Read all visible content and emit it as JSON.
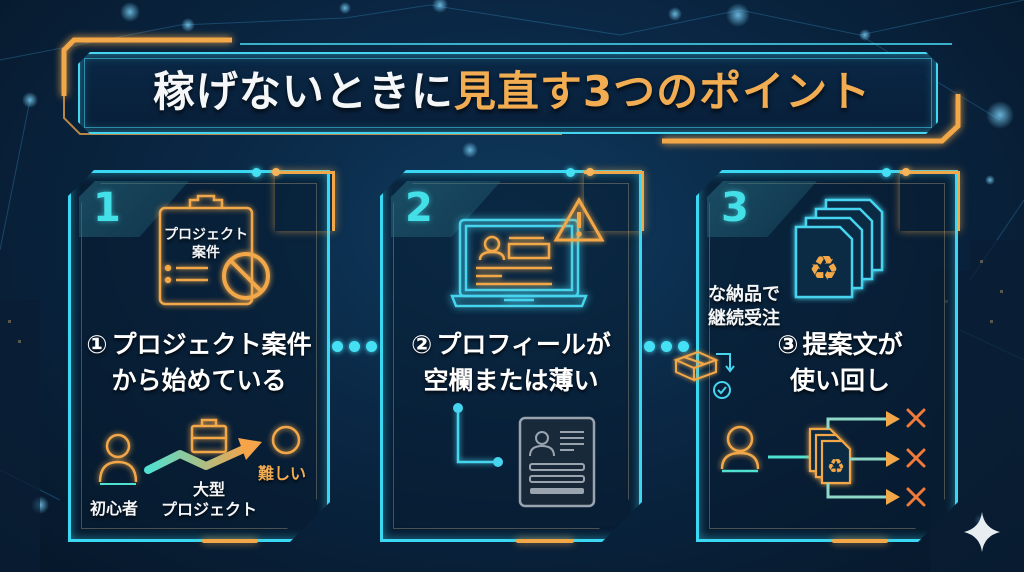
{
  "title": {
    "part1": "稼げないときに",
    "part2": "見直す3つのポイント"
  },
  "cards": [
    {
      "number": "1",
      "circled": "①",
      "heading_line1": "プロジェクト案件",
      "heading_line2": "から始めている",
      "icon_label_line1": "プロジェクト",
      "icon_label_line2": "案件",
      "diagram": {
        "start_label": "初心者",
        "middle_label_line1": "大型",
        "middle_label_line2": "プロジェクト",
        "end_label": "難しい"
      }
    },
    {
      "number": "2",
      "circled": "②",
      "heading_line1": "プロフィールが",
      "heading_line2": "空欄または薄い"
    },
    {
      "number": "3",
      "circled": "③",
      "heading_line1": "提案文が",
      "heading_line2": "使い回し",
      "side_text_line1": "な納品で",
      "side_text_line2": "継続受注"
    }
  ],
  "colors": {
    "accent_cyan": "#3ad8f2",
    "accent_orange": "#f2a849",
    "background": "#0a2744",
    "text": "#f4f6f8"
  },
  "icons": {
    "card1_main": "clipboard-prohibited-icon",
    "card1_person": "person-icon",
    "card1_briefcase": "briefcase-icon",
    "card1_target": "circle-target-icon",
    "card2_main": "laptop-profile-warning-icon",
    "card2_doc": "profile-document-icon",
    "card3_main": "stacked-documents-recycle-icon",
    "card3_person": "person-icon",
    "card3_docs": "recycled-documents-icon",
    "card3_reject": "x-mark-icon",
    "card3_package": "package-check-icon",
    "corner_sparkle": "sparkle-icon"
  }
}
